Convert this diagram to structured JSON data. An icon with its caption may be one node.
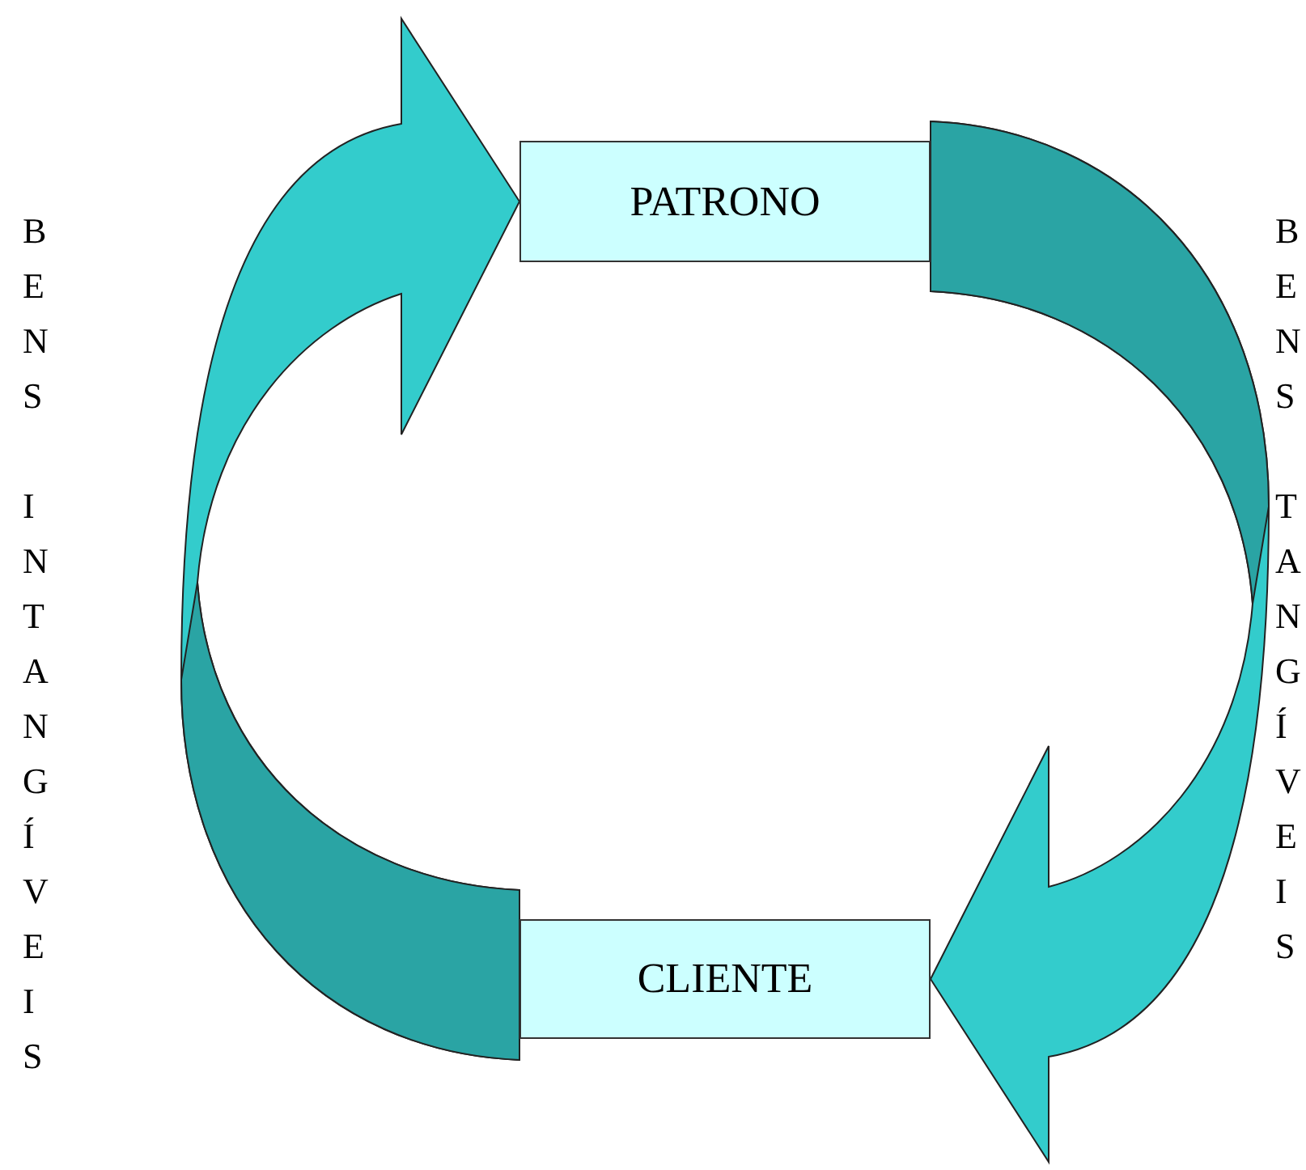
{
  "diagram": {
    "nodes": [
      {
        "text": [
          "PATRONO"
        ]
      },
      {
        "text": [
          "CLIENTE"
        ]
      }
    ],
    "edges": [
      {
        "from": 1,
        "to": 0,
        "arrow": "to"
      },
      {
        "from": 0,
        "to": 1,
        "arrow": "to"
      }
    ],
    "labels": [
      "BENS INTANGÍVEIS",
      "BENS TANGÍVEIS"
    ]
  }
}
